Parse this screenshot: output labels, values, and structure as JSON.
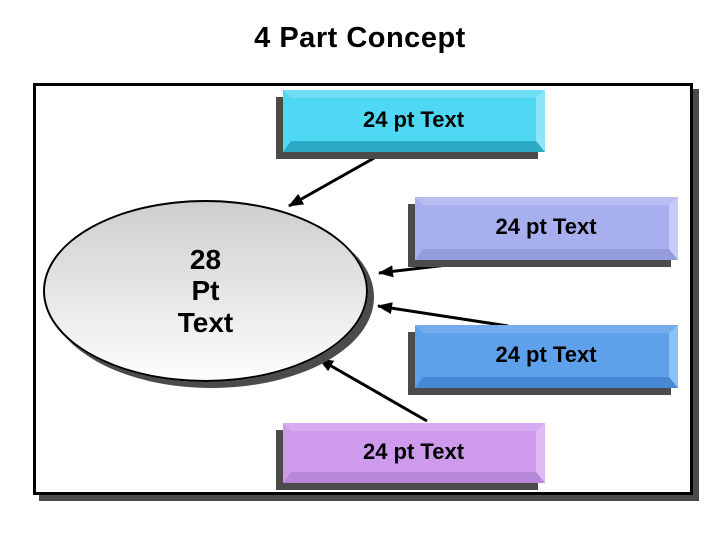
{
  "title": "4 Part Concept",
  "title_color": "#000000",
  "shadow_color": "#4b4b4b",
  "arrow_color": "#000000",
  "frame_border_color": "#000000",
  "ellipse": {
    "lines": [
      "28",
      "Pt",
      "Text"
    ],
    "fill_top": "#cecece",
    "fill_bottom": "#fdfdfd",
    "border_color": "#000000"
  },
  "boxes": [
    {
      "label": "24 pt Text",
      "colors": {
        "face": "#4ed8f3",
        "top": "#6fdff6",
        "right": "#8ce6f8",
        "bottom": "#2baac5"
      }
    },
    {
      "label": "24 pt Text",
      "colors": {
        "face": "#a8afee",
        "top": "#b9bef2",
        "right": "#c7cbf6",
        "bottom": "#959cdb"
      }
    },
    {
      "label": "24 pt Text",
      "colors": {
        "face": "#5fa0ea",
        "top": "#74aced",
        "right": "#90c0f2",
        "bottom": "#4789d4"
      }
    },
    {
      "label": "24 pt Text",
      "colors": {
        "face": "#cd9aec",
        "top": "#d7abf1",
        "right": "#dfbaf4",
        "bottom": "#b787d9"
      }
    }
  ]
}
